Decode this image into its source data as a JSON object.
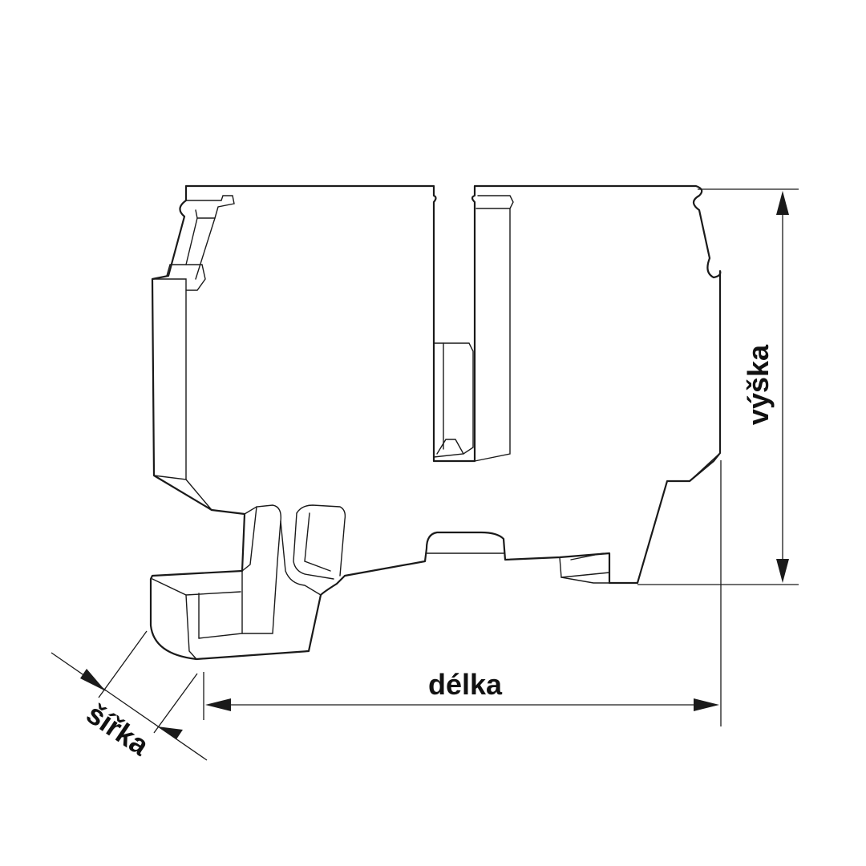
{
  "labels": {
    "length": "délka",
    "height": "výška",
    "width": "šířka"
  },
  "colors": {
    "line": "#1a1a1a",
    "background": "#ffffff"
  }
}
